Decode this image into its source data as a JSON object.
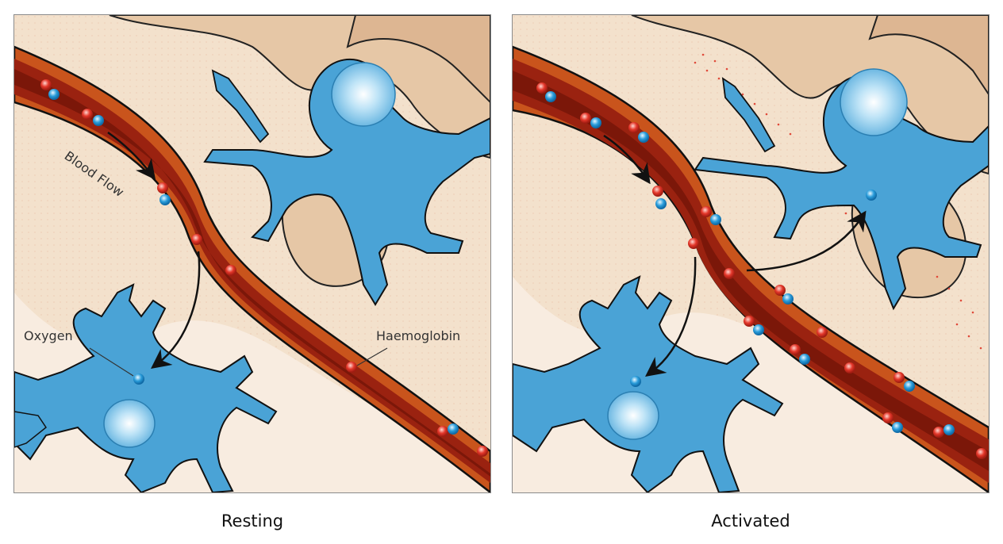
{
  "panels": [
    {
      "caption": "Resting",
      "labels": {
        "blood_flow": "Blood Flow",
        "oxygen": "Oxygen",
        "haemoglobin": "Haemoglobin"
      }
    },
    {
      "caption": "Activated"
    }
  ],
  "colors": {
    "tissue": "#f3e1cc",
    "cell_body": "#e6c7a6",
    "vessel_dark": "#7a1408",
    "vessel_mid": "#a8280f",
    "vessel_edge": "#d0651e",
    "neuron": "#3f98cf",
    "neuron_light": "#dff1fb",
    "haemoglobin": "#e4372a",
    "oxygen": "#2a9ddb"
  },
  "icons": [
    "neuron-icon",
    "blood-vessel-icon",
    "haemoglobin-icon",
    "oxygen-icon",
    "arrow-icon"
  ]
}
